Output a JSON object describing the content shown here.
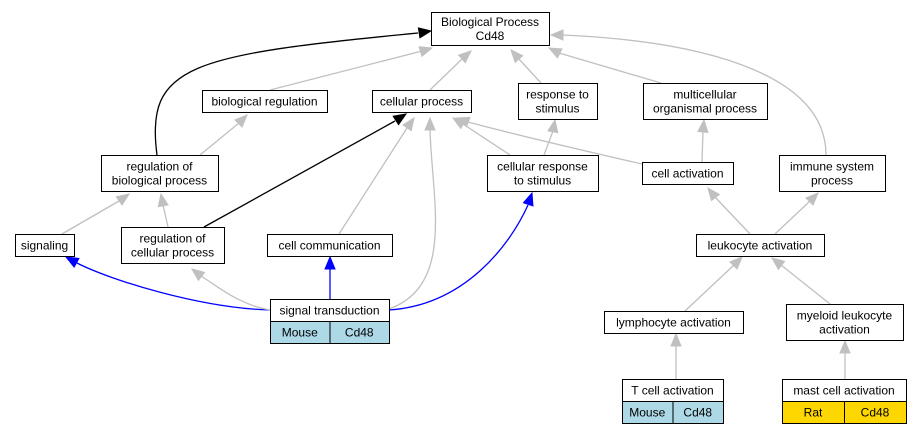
{
  "diagram": {
    "colors": {
      "gray_edge": "#c0c0c0",
      "black_edge": "#000000",
      "blue_edge": "#0000ff",
      "mouse": "#add8e6",
      "rat": "#ffd700"
    },
    "nodes": [
      {
        "id": "root",
        "lines": [
          "Biological Process",
          "Cd48"
        ]
      },
      {
        "id": "biological-regulation",
        "lines": [
          "biological regulation"
        ]
      },
      {
        "id": "cellular-process",
        "lines": [
          "cellular process"
        ]
      },
      {
        "id": "response-to-stimulus",
        "lines": [
          "response to",
          "stimulus"
        ]
      },
      {
        "id": "multicellular-organismal-process",
        "lines": [
          "multicellular",
          "organismal process"
        ]
      },
      {
        "id": "regulation-of-biological-process",
        "lines": [
          "regulation of",
          "biological process"
        ]
      },
      {
        "id": "cellular-response-to-stimulus",
        "lines": [
          "cellular response",
          "to stimulus"
        ]
      },
      {
        "id": "cell-activation",
        "lines": [
          "cell activation"
        ]
      },
      {
        "id": "immune-system-process",
        "lines": [
          "immune system",
          "process"
        ]
      },
      {
        "id": "signaling",
        "lines": [
          "signaling"
        ]
      },
      {
        "id": "regulation-of-cellular-process",
        "lines": [
          "regulation of",
          "cellular process"
        ]
      },
      {
        "id": "cell-communication",
        "lines": [
          "cell communication"
        ]
      },
      {
        "id": "leukocyte-activation",
        "lines": [
          "leukocyte activation"
        ]
      },
      {
        "id": "signal-transduction",
        "lines": [
          "signal transduction"
        ],
        "annotation": [
          {
            "text": "Mouse",
            "color": "mouse"
          },
          {
            "text": "Cd48",
            "color": "mouse"
          }
        ]
      },
      {
        "id": "lymphocyte-activation",
        "lines": [
          "lymphocyte activation"
        ]
      },
      {
        "id": "myeloid-leukocyte-activation",
        "lines": [
          "myeloid leukocyte",
          "activation"
        ]
      },
      {
        "id": "t-cell-activation",
        "lines": [
          "T cell activation"
        ],
        "annotation": [
          {
            "text": "Mouse",
            "color": "mouse"
          },
          {
            "text": "Cd48",
            "color": "mouse"
          }
        ]
      },
      {
        "id": "mast-cell-activation",
        "lines": [
          "mast cell activation"
        ],
        "annotation": [
          {
            "text": "Rat",
            "color": "rat"
          },
          {
            "text": "Cd48",
            "color": "rat"
          }
        ]
      }
    ],
    "edges": [
      {
        "from": "biological-regulation",
        "to": "root",
        "color": "gray_edge"
      },
      {
        "from": "cellular-process",
        "to": "root",
        "color": "gray_edge"
      },
      {
        "from": "response-to-stimulus",
        "to": "root",
        "color": "gray_edge"
      },
      {
        "from": "multicellular-organismal-process",
        "to": "root",
        "color": "gray_edge"
      },
      {
        "from": "immune-system-process",
        "to": "root",
        "color": "gray_edge"
      },
      {
        "from": "regulation-of-biological-process",
        "to": "root",
        "color": "black_edge"
      },
      {
        "from": "regulation-of-biological-process",
        "to": "biological-regulation",
        "color": "gray_edge"
      },
      {
        "from": "cellular-response-to-stimulus",
        "to": "response-to-stimulus",
        "color": "gray_edge"
      },
      {
        "from": "cellular-response-to-stimulus",
        "to": "cellular-process",
        "color": "gray_edge"
      },
      {
        "from": "cell-activation",
        "to": "cellular-process",
        "color": "gray_edge"
      },
      {
        "from": "cell-activation",
        "to": "multicellular-organismal-process",
        "color": "gray_edge"
      },
      {
        "from": "signaling",
        "to": "regulation-of-biological-process",
        "color": "gray_edge"
      },
      {
        "from": "regulation-of-cellular-process",
        "to": "regulation-of-biological-process",
        "color": "gray_edge"
      },
      {
        "from": "regulation-of-cellular-process",
        "to": "cellular-process",
        "color": "black_edge"
      },
      {
        "from": "cell-communication",
        "to": "cellular-process",
        "color": "gray_edge"
      },
      {
        "from": "signal-transduction",
        "to": "cellular-process",
        "color": "gray_edge"
      },
      {
        "from": "signal-transduction",
        "to": "signaling",
        "color": "blue_edge"
      },
      {
        "from": "signal-transduction",
        "to": "regulation-of-cellular-process",
        "color": "gray_edge"
      },
      {
        "from": "signal-transduction",
        "to": "cell-communication",
        "color": "blue_edge"
      },
      {
        "from": "signal-transduction",
        "to": "cellular-response-to-stimulus",
        "color": "blue_edge"
      },
      {
        "from": "leukocyte-activation",
        "to": "cell-activation",
        "color": "gray_edge"
      },
      {
        "from": "leukocyte-activation",
        "to": "immune-system-process",
        "color": "gray_edge"
      },
      {
        "from": "lymphocyte-activation",
        "to": "leukocyte-activation",
        "color": "gray_edge"
      },
      {
        "from": "myeloid-leukocyte-activation",
        "to": "leukocyte-activation",
        "color": "gray_edge"
      },
      {
        "from": "t-cell-activation",
        "to": "lymphocyte-activation",
        "color": "gray_edge"
      },
      {
        "from": "mast-cell-activation",
        "to": "myeloid-leukocyte-activation",
        "color": "gray_edge"
      }
    ]
  }
}
